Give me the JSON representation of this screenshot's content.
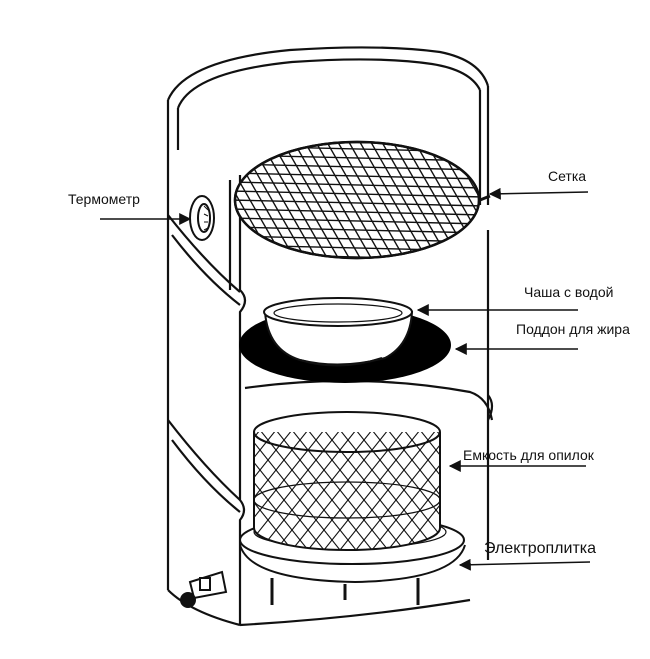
{
  "labels": {
    "thermometer": "Термометр",
    "grate": "Сетка",
    "water_bowl": "Чаша с водой",
    "grease_tray": "Поддон для жира",
    "sawdust_container": "Емкость для опилок",
    "hot_plate": "Электроплитка"
  },
  "colors": {
    "line": "#111111",
    "fill": "#ffffff",
    "tray": "#000000"
  }
}
